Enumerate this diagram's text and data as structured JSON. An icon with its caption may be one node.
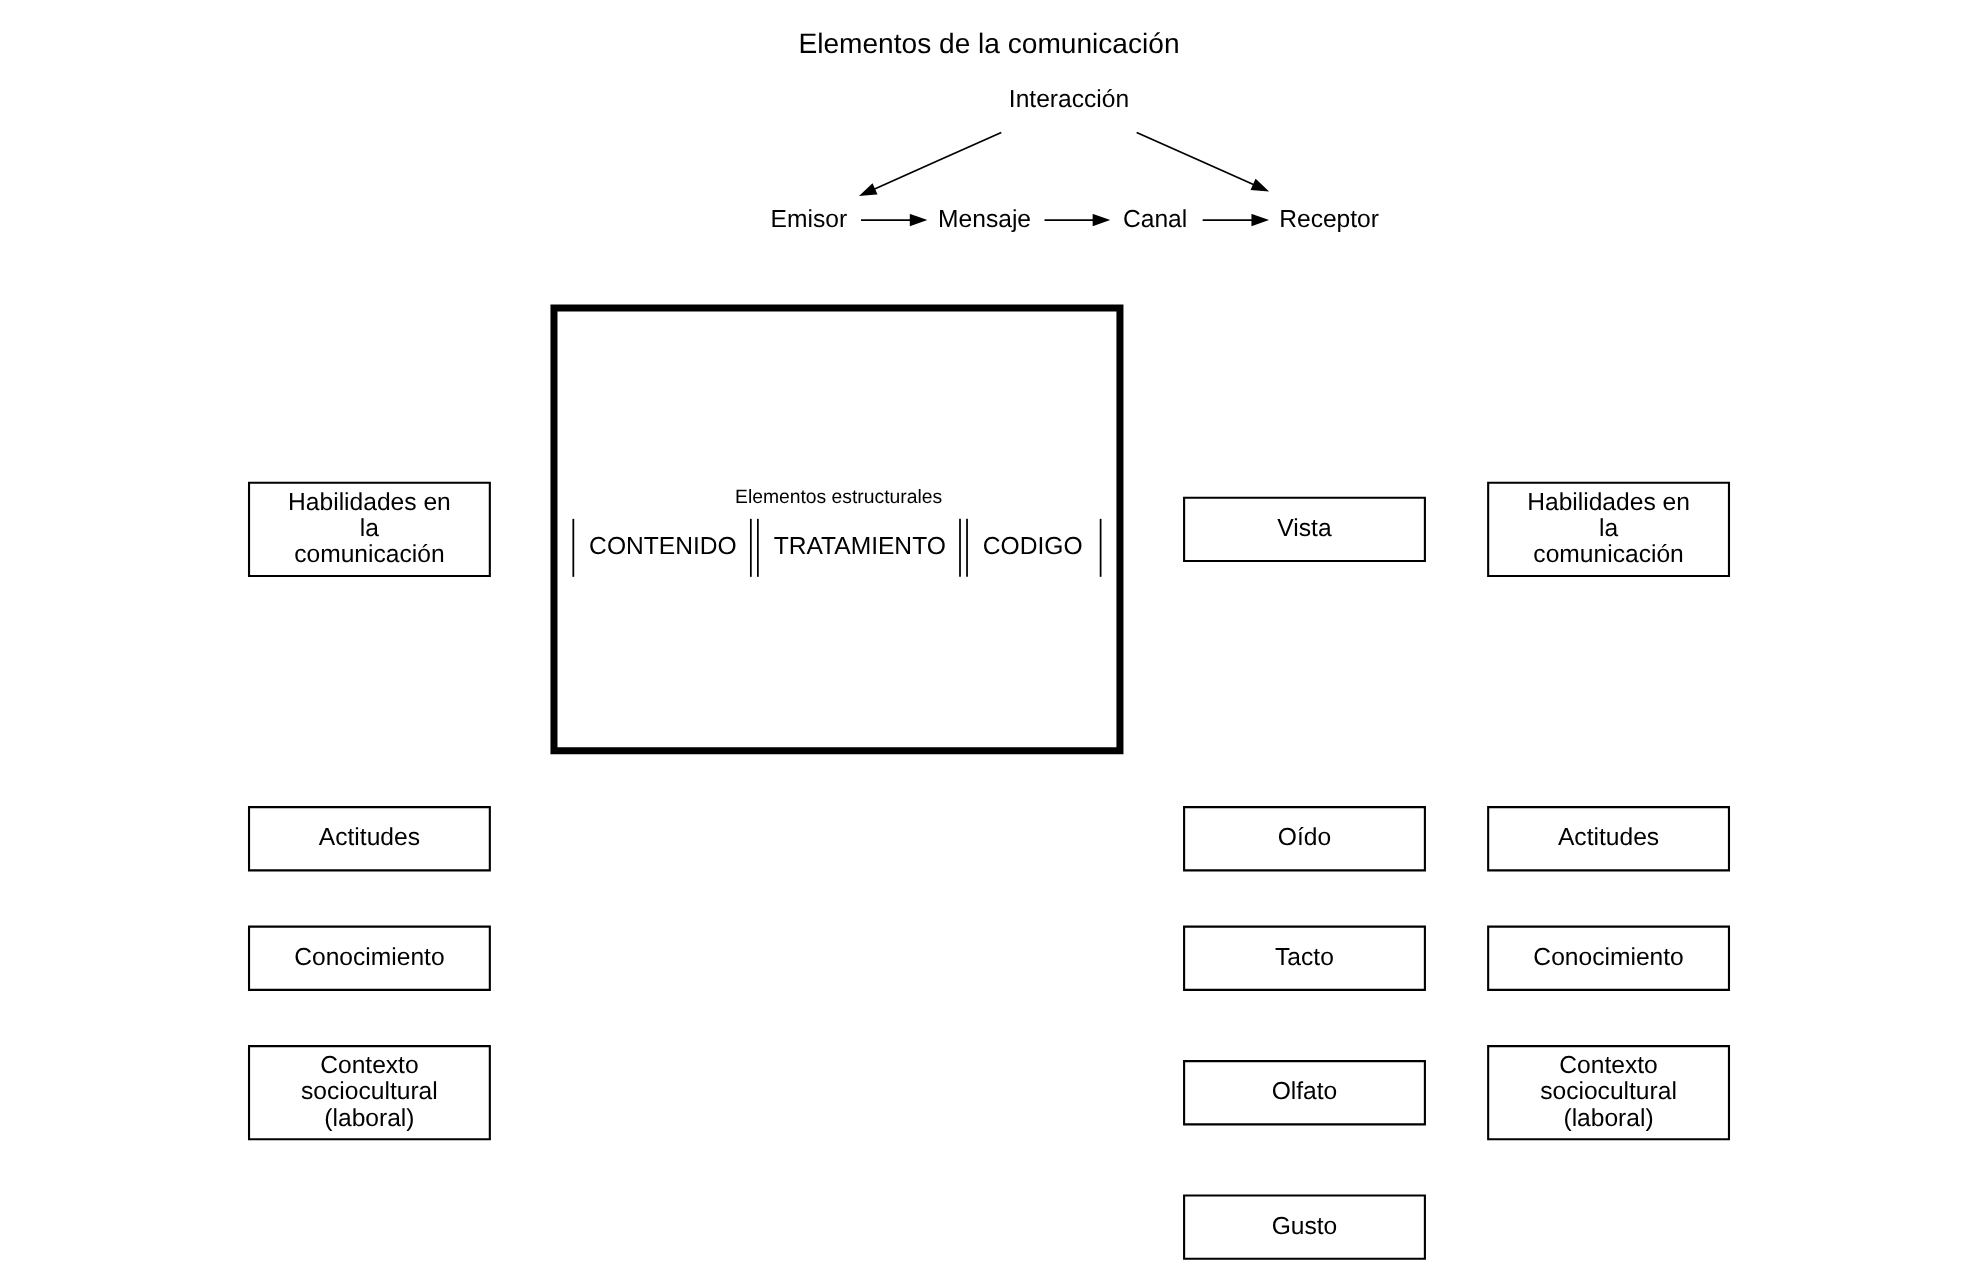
{
  "diagram": {
    "title": "Elementos de la comunicación",
    "nodes": [
      {
        "text": [
          "Interacción"
        ]
      },
      {
        "text": [
          "Emisor"
        ]
      },
      {
        "text": [
          "Mensaje"
        ]
      },
      {
        "text": [
          "Canal"
        ]
      },
      {
        "text": [
          "Receptor"
        ]
      },
      {
        "text": [
          "Habilidades en la comunicación"
        ]
      },
      {
        "text": [
          "Actitudes"
        ]
      },
      {
        "text": [
          "Conocimiento"
        ]
      },
      {
        "text": [
          "Contexto sociocultural (laboral)"
        ]
      },
      {
        "text": [
          "Elementos estructurales",
          "CONTENIDO",
          "TRATAMIENTO",
          "CODIGO"
        ]
      },
      {
        "text": [
          "Vista"
        ]
      },
      {
        "text": [
          "Oído"
        ]
      },
      {
        "text": [
          "Tacto"
        ]
      },
      {
        "text": [
          "Olfato"
        ]
      },
      {
        "text": [
          "Gusto"
        ]
      },
      {
        "text": [
          "Habilidades en la comunicación"
        ]
      },
      {
        "text": [
          "Actitudes"
        ]
      },
      {
        "text": [
          "Conocimiento"
        ]
      },
      {
        "text": [
          "Contexto sociocultural (laboral)"
        ]
      }
    ],
    "edges": [
      {
        "from": 0,
        "to": 1,
        "arrow": "to"
      },
      {
        "from": 0,
        "to": 4,
        "arrow": "to"
      },
      {
        "from": 1,
        "to": 2,
        "arrow": "to"
      },
      {
        "from": 2,
        "to": 3,
        "arrow": "to"
      },
      {
        "from": 3,
        "to": 4,
        "arrow": "to"
      }
    ]
  }
}
